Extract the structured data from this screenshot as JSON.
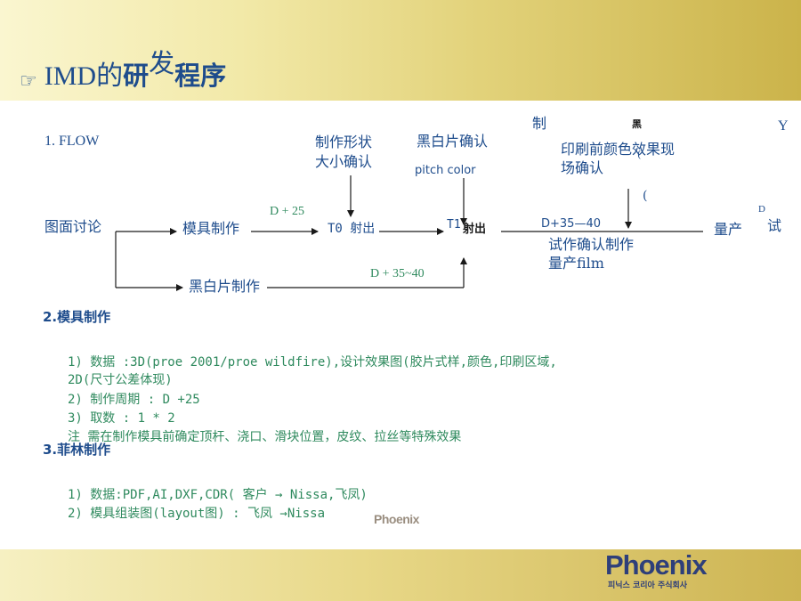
{
  "title": {
    "prefix": "IMD的",
    "part2": "研",
    "raised": "发",
    "part3": "程序"
  },
  "flow": {
    "heading": "1. FLOW",
    "shape_confirm_1": "制作形状",
    "shape_confirm_2": "大小确认",
    "bw_confirm": "黑白片确认",
    "pitch_color": "pitch  color",
    "top_zhi": "制",
    "top_hei": "黑",
    "top_y": "Y",
    "print_confirm_1": "印刷前颜色效果现",
    "print_confirm_2": "场确认",
    "small_paren_1": "(",
    "small_paren_2": "(",
    "discuss": "图面讨论",
    "mold_make": "模具制作",
    "d25": "D + 25",
    "t0": "T0 射出",
    "t1_t": "T1",
    "t1_shot": "射出",
    "d3540_a": "D+35—40",
    "trial_confirm": "试作确认制作",
    "mass_film": "量产film",
    "mass": "量产",
    "d_small": "D",
    "trial": "试",
    "bw_make": "黑白片制作",
    "d3540_b": "D + 35~40"
  },
  "section2": {
    "heading": "2.模具制作",
    "lines": [
      "1) 数据 :3D(proe 2001/proe wildfire),设计效果图(胶片式样,颜色,印刷区域,",
      "2D(尺寸公差体现)",
      "2) 制作周期 : D +25",
      "3) 取数 : 1 * 2",
      "注 需在制作模具前确定顶杆、浇口、滑块位置，皮纹、拉丝等特殊效果"
    ]
  },
  "section3": {
    "heading": "3.菲林制作",
    "lines": [
      "1) 数据:PDF,AI,DXF,CDR( 客户 → Nissa,飞凤)",
      "2) 模具组装图(layout图) : 飞凤 →Nissa"
    ]
  },
  "logo": {
    "small": "Phoenix",
    "word": "Phoenix",
    "sub": "피닉스 코리아 주식회사"
  },
  "colors": {
    "text": "#1e4c8c",
    "green": "#2f8a5e",
    "band_gold": "#cbb34a"
  }
}
